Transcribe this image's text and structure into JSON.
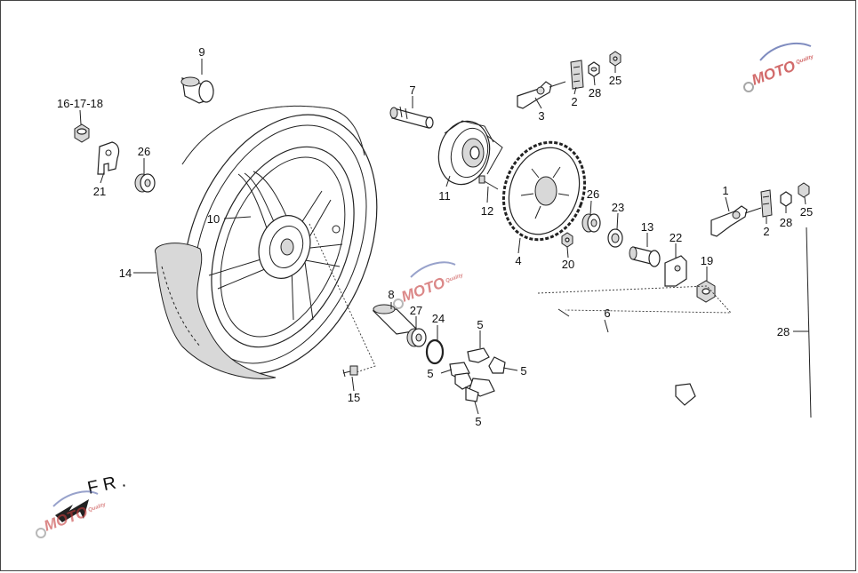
{
  "direction_label": "F R .",
  "watermark": {
    "text": "MOTO",
    "sub": "Quality",
    "accent": "#c43a3a",
    "gear_color": "#8a8a8a"
  },
  "callouts": {
    "p9": "9",
    "p16_17_18": "16-17-18",
    "p21": "21",
    "p26a": "26",
    "p10": "10",
    "p14": "14",
    "p7": "7",
    "p11": "11",
    "p12": "12",
    "p3": "3",
    "p2a": "2",
    "p28a": "28",
    "p25a": "25",
    "p4": "4",
    "p26b": "26",
    "p23": "23",
    "p13": "13",
    "p20": "20",
    "p22": "22",
    "p19": "19",
    "p1": "1",
    "p2b": "2",
    "p28b": "28",
    "p25b": "25",
    "p8": "8",
    "p27": "27",
    "p24": "24",
    "p5a": "5",
    "p5b": "5",
    "p5c": "5",
    "p5d": "5",
    "p6": "6",
    "p15": "15",
    "p28c": "28"
  }
}
